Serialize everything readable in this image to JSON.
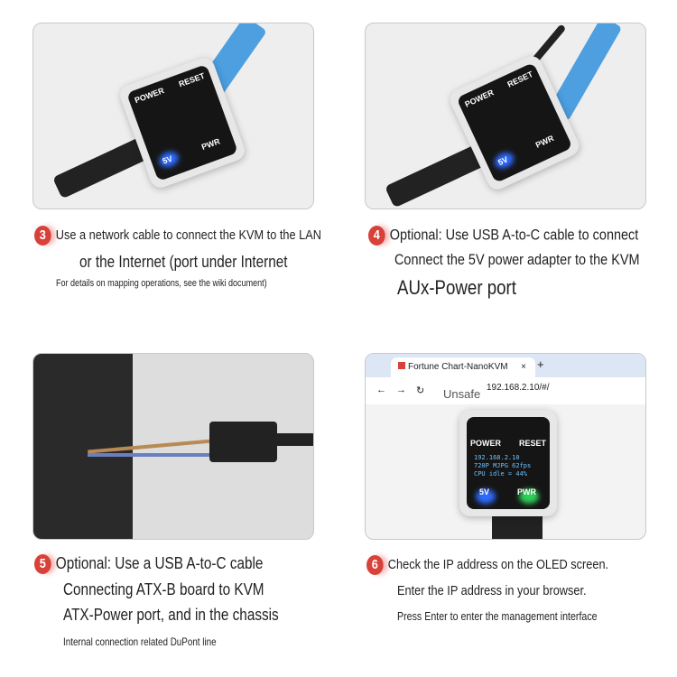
{
  "device": {
    "power": "POWER",
    "reset": "RESET",
    "led_5v": "5V",
    "led_pwr": "PWR"
  },
  "steps": [
    {
      "num": "3",
      "lines": [
        "Use a network cable to connect the KVM to the LAN",
        "or the Internet (port under Internet",
        "For details on mapping operations, see the wiki document)"
      ]
    },
    {
      "num": "4",
      "lines": [
        "Optional: Use USB A-to-C cable to connect",
        "Connect the 5V power adapter to the KVM",
        "AUx-Power port"
      ]
    },
    {
      "num": "5",
      "lines": [
        "Optional: Use a USB A-to-C cable",
        "Connecting ATX-B board to KVM",
        "ATX-Power port, and in the chassis",
        "Internal connection related DuPont line"
      ]
    },
    {
      "num": "6",
      "lines": [
        "Check the IP address on the OLED screen.",
        "Enter the IP address in your browser.",
        "Press Enter to enter the management interface"
      ]
    }
  ],
  "browser": {
    "tab_title": "Fortune Chart-NanoKVM",
    "close": "×",
    "new_tab": "+",
    "back": "←",
    "forward": "→",
    "reload": "↻",
    "security": "Unsafe",
    "url": "192.168.2.10/#/"
  },
  "oled": [
    "192.168.2.10",
    "720P  MJPG 62fps",
    "CPU idle = 44%"
  ],
  "colors": {
    "badge": "#d8413a",
    "led_5v": "#2f6bff",
    "led_pwr": "#2fd05a"
  }
}
